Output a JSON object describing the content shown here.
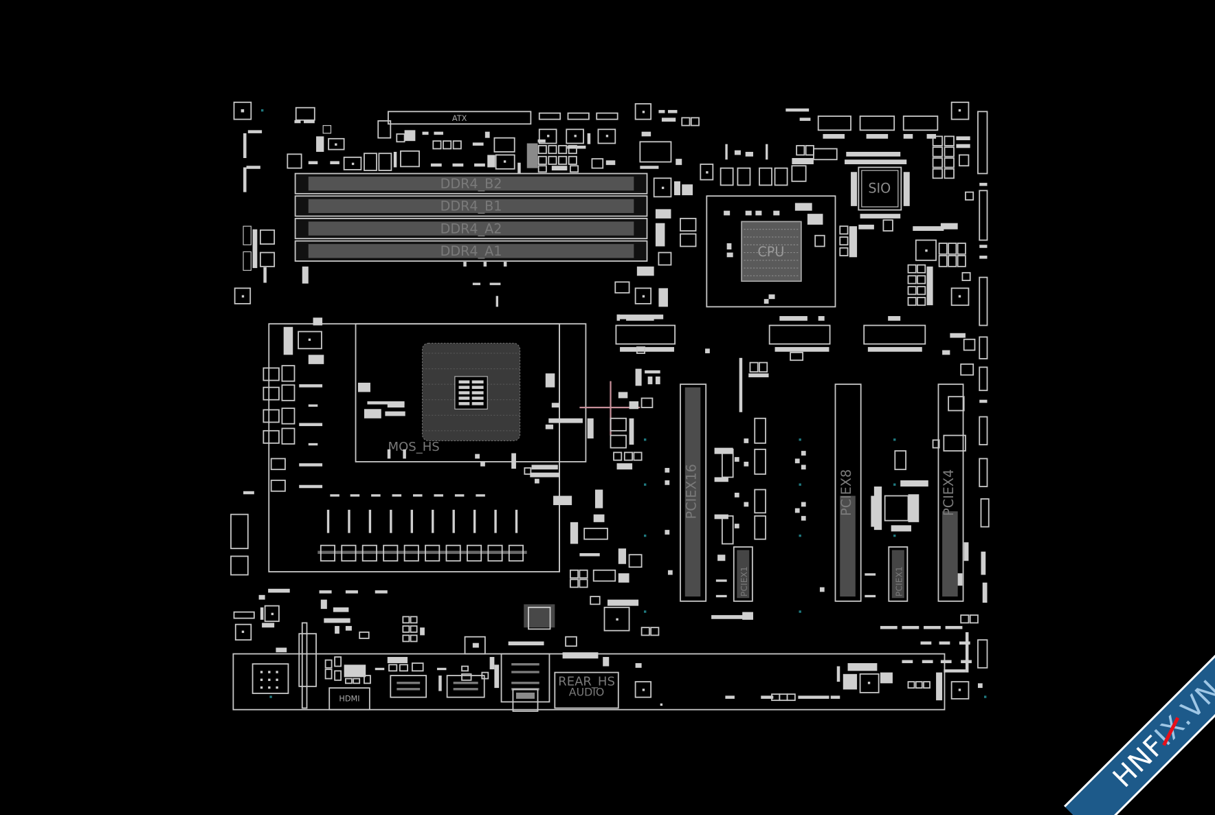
{
  "viewer": {
    "background": "#000000",
    "outline_color": "#c8c8c8",
    "crosshair_color": "#c8909a",
    "label_color": "#7a7a7a"
  },
  "components": {
    "atx": "ATX",
    "dimm_slots": [
      "DDR4_B2",
      "DDR4_B1",
      "DDR4_A2",
      "DDR4_A1"
    ],
    "cpu_heatsink": "MOS_HS",
    "pch": "CPU",
    "sio": "SIO",
    "pcie_slots": [
      "PCIEX16",
      "PCIEX8",
      "PCIEX4"
    ],
    "pcie_x1_slots": [
      "PCIEX1",
      "PCIEX1"
    ],
    "hdmi": "HDMI",
    "rear_heatsink": "REAR_HS",
    "audio": "AUDIO"
  },
  "watermark": {
    "brand_prefix": "HNF",
    "brand_x": "IX",
    "brand_suffix": ".VN",
    "ribbon_color": "#1d5a8a",
    "accent_color": "#e8101a"
  }
}
